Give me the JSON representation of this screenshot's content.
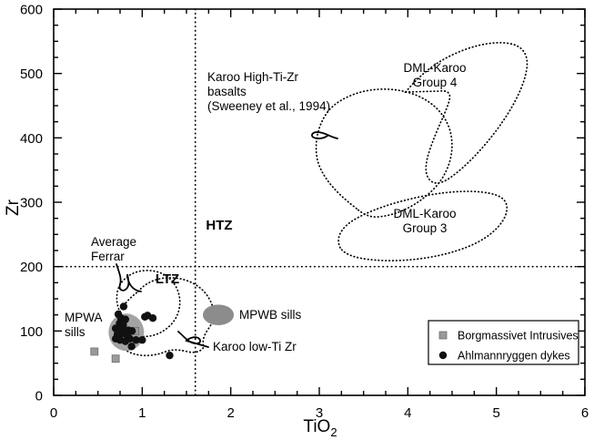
{
  "chart_data": {
    "type": "scatter",
    "title": "",
    "xlabel": "TiO2",
    "xlabel_base": "TiO",
    "xlabel_sub": "2",
    "ylabel": "Zr",
    "xlim": [
      0,
      6
    ],
    "ylim": [
      0,
      600
    ],
    "xticks": [
      0,
      1,
      2,
      3,
      4,
      5,
      6
    ],
    "xtick_labels": [
      "0",
      "1",
      "2",
      "3",
      "4",
      "5",
      "6"
    ],
    "yticks": [
      0,
      100,
      200,
      300,
      400,
      500,
      600
    ],
    "ytick_labels": [
      "0",
      "100",
      "200",
      "300",
      "400",
      "500",
      "600"
    ],
    "x_minor_step": 0.25,
    "y_minor_step": 25,
    "grid": false,
    "reference_lines": [
      {
        "name": "ti-divider",
        "orientation": "vertical",
        "value": 1.6,
        "style": "dotted"
      },
      {
        "name": "zr-divider",
        "orientation": "horizontal",
        "value": 200,
        "style": "dotted"
      }
    ],
    "zone_labels": [
      {
        "text": "HTZ",
        "x": 2.48,
        "y": 252
      },
      {
        "text": "LTZ",
        "x": 1.28,
        "y": 178
      }
    ],
    "series": [
      {
        "name": "Borgmassivet Intrusives",
        "marker": "square",
        "color": "#9a9a9a",
        "points": [
          {
            "x": 0.46,
            "y": 68
          },
          {
            "x": 0.7,
            "y": 57
          },
          {
            "x": 0.92,
            "y": 100
          }
        ]
      },
      {
        "name": "Ahlmannryggen dykes",
        "marker": "circle",
        "color": "#111111",
        "points": [
          {
            "x": 0.79,
            "y": 138
          },
          {
            "x": 0.73,
            "y": 126
          },
          {
            "x": 0.76,
            "y": 120
          },
          {
            "x": 0.81,
            "y": 118
          },
          {
            "x": 0.745,
            "y": 112
          },
          {
            "x": 0.785,
            "y": 110
          },
          {
            "x": 0.7,
            "y": 104
          },
          {
            "x": 0.755,
            "y": 103
          },
          {
            "x": 0.8,
            "y": 102
          },
          {
            "x": 0.845,
            "y": 101
          },
          {
            "x": 0.885,
            "y": 100
          },
          {
            "x": 0.72,
            "y": 95
          },
          {
            "x": 0.775,
            "y": 96
          },
          {
            "x": 0.83,
            "y": 93
          },
          {
            "x": 0.7,
            "y": 88
          },
          {
            "x": 0.75,
            "y": 86
          },
          {
            "x": 0.81,
            "y": 84
          },
          {
            "x": 0.86,
            "y": 88
          },
          {
            "x": 0.93,
            "y": 86
          },
          {
            "x": 0.88,
            "y": 76
          },
          {
            "x": 1.03,
            "y": 122
          },
          {
            "x": 1.06,
            "y": 124
          },
          {
            "x": 1.12,
            "y": 120
          },
          {
            "x": 1.0,
            "y": 86
          },
          {
            "x": 1.31,
            "y": 62
          }
        ]
      }
    ],
    "shaded_fields": [
      {
        "name": "MPWA sills",
        "type": "ellipse",
        "cx": 0.82,
        "cy": 98,
        "rx": 0.2,
        "ry": 29,
        "fill": "#a3a3a3"
      },
      {
        "name": "MPWB sills",
        "type": "ellipse",
        "cx": 1.86,
        "cy": 125,
        "rx": 0.175,
        "ry": 16,
        "fill": "#8c8c8c"
      }
    ],
    "outlined_fields": [
      {
        "name": "Average Ferrar",
        "style": "dotted"
      },
      {
        "name": "Karoo low-Ti Zr",
        "style": "dotted"
      },
      {
        "name": "Karoo High-Ti-Zr basalts",
        "style": "dotted"
      },
      {
        "name": "DML-Karoo Group 4",
        "style": "dotted"
      },
      {
        "name": "DML-Karoo Group 3",
        "style": "dotted"
      }
    ],
    "annotations": [
      {
        "name": "karoo-high-ti-zr",
        "lines": [
          "Karoo High-Ti-Zr",
          "basalts",
          "(Sweeney et al., 1994)"
        ],
        "x": 2.32,
        "y": 487
      },
      {
        "name": "dml-karoo-group-4",
        "lines": [
          "DML-Karoo",
          "Group 4"
        ],
        "x": 4.4,
        "y": 502
      },
      {
        "name": "dml-karoo-group-3",
        "lines": [
          "DML-Karoo",
          "Group 3"
        ],
        "x": 4.25,
        "y": 277
      },
      {
        "name": "average-ferrar",
        "lines": [
          "Average",
          "Ferrar"
        ],
        "x": 0.5,
        "y": 262
      },
      {
        "name": "mpwa-sills",
        "lines": [
          "MPWA",
          "sills"
        ],
        "x": 0.1,
        "y": 116
      },
      {
        "name": "mpwb-sills",
        "lines": [
          "MPWB sills"
        ],
        "x": 2.1,
        "y": 125
      },
      {
        "name": "karoo-low-ti-zr",
        "lines": [
          "Karoo low-Ti Zr"
        ],
        "x": 2.2,
        "y": 62
      }
    ],
    "legend": {
      "position": "bottom-right",
      "entries": [
        {
          "label": "Borgmassivet Intrusives",
          "marker": "square",
          "color": "#9a9a9a"
        },
        {
          "label": "Ahlmannryggen dykes",
          "marker": "circle",
          "color": "#111111"
        }
      ]
    }
  }
}
